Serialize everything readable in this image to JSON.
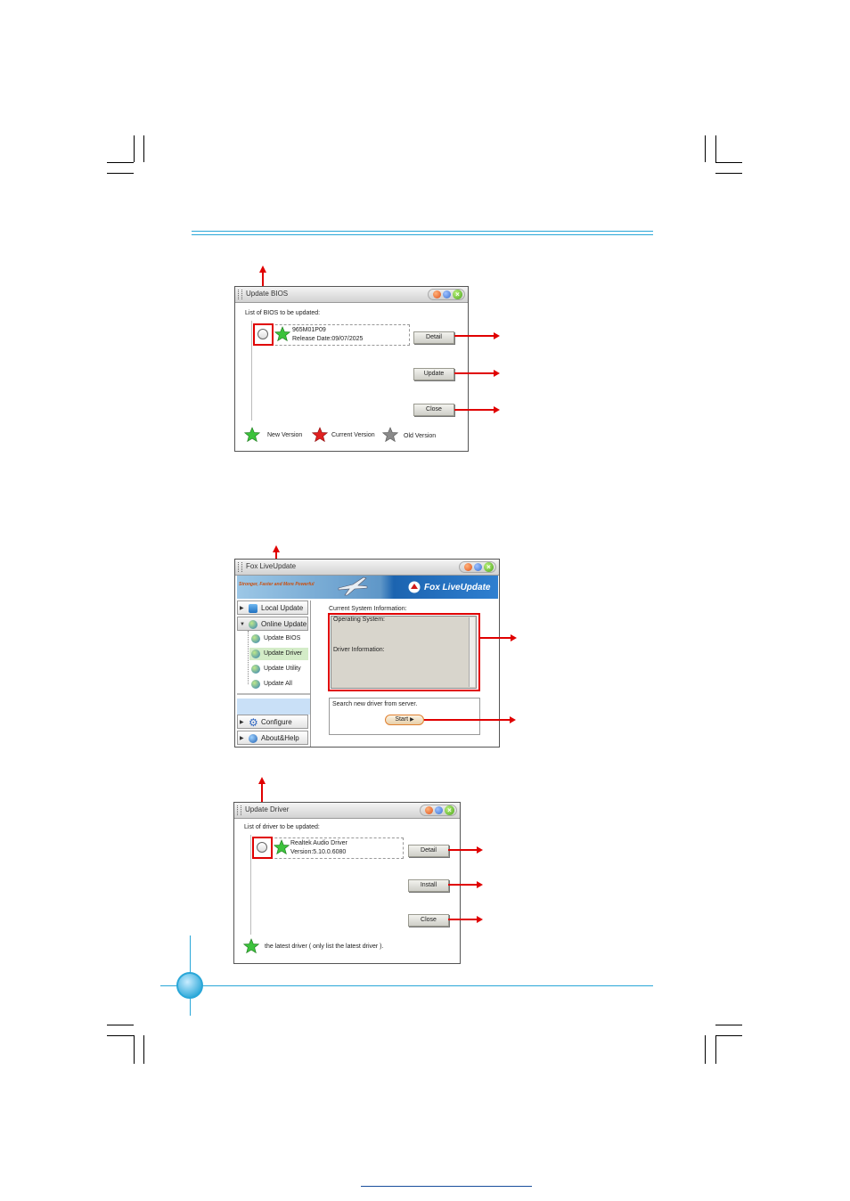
{
  "bios_window": {
    "title": "Update BIOS",
    "list_label": "List of BIOS to be updated:",
    "item_name": "965M01P09",
    "item_release": "Release Date:09/07/2025",
    "detail_button": "Detail",
    "update_button": "Update",
    "close_button": "Close",
    "legend": {
      "new": "New Version",
      "current": "Current Version",
      "old": "Old Version"
    }
  },
  "liveupdate_window": {
    "title": "Fox LiveUpdate",
    "banner_slogan": "Stronger, Faster and More Powerful",
    "banner_brand": "Fox LiveUpdate",
    "sidebar": {
      "local_update": "Local Update",
      "online_update": "Online Update",
      "sub_items": [
        "Update BIOS",
        "Update Driver",
        "Update Utility",
        "Update All"
      ],
      "configure": "Configure",
      "about_help": "About&Help"
    },
    "system_info_label": "Current System Information:",
    "os_label": "Operating System:",
    "driver_label": "Driver Information:",
    "search_label": "Search new driver from server.",
    "start_button": "Start"
  },
  "driver_window": {
    "title": "Update Driver",
    "list_label": "List of driver to be updated:",
    "item_name": "Realtek Audio Driver",
    "item_version": "Version:5.10.0.6080",
    "detail_button": "Detail",
    "install_button": "Install",
    "close_button": "Close",
    "legend_latest": "the latest driver ( only list the latest driver )."
  },
  "colors": {
    "accent_line": "#2aa7d8",
    "annotation_red": "#e00000",
    "star_new": "#3cc23c",
    "star_current": "#e02020",
    "star_old": "#8a8a8a"
  }
}
